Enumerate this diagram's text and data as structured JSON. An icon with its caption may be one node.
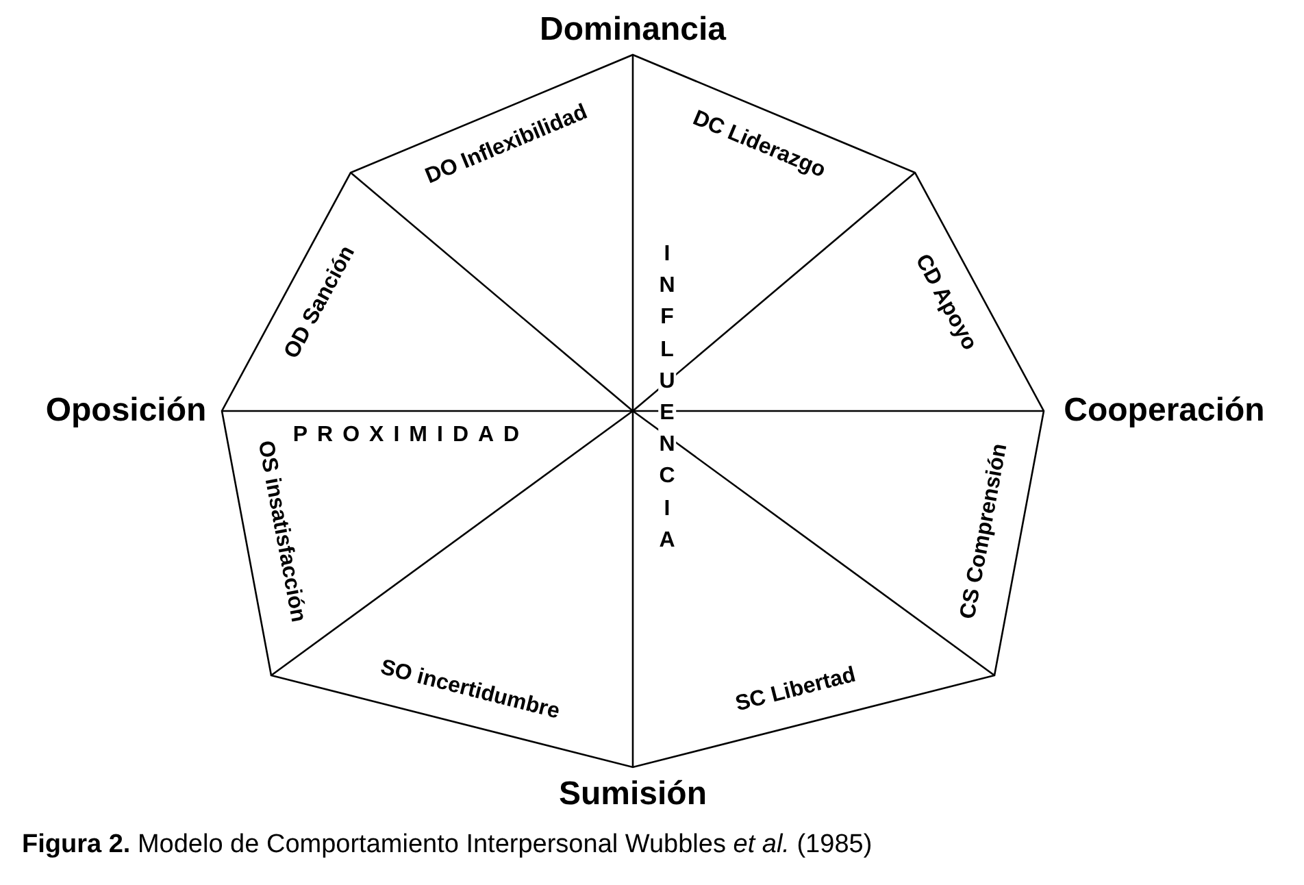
{
  "diagram": {
    "caption": "**Figura 2.** Modelo de Comportamiento Interpersonal Wubbles *et al.* (1985)",
    "labels": [
      "Dominancia",
      "DO  Inflexibilidad",
      "DC Liderazgo",
      "OD  Sanción",
      "INFLUENCIA",
      "CD  Apoyo",
      "Oposición",
      "PROXIMIDAD",
      "Cooperación",
      "OS  insatisfacción",
      "CS Comprensión",
      "SO incertidumbre",
      "SC Libertad",
      "Sumisión"
    ]
  }
}
